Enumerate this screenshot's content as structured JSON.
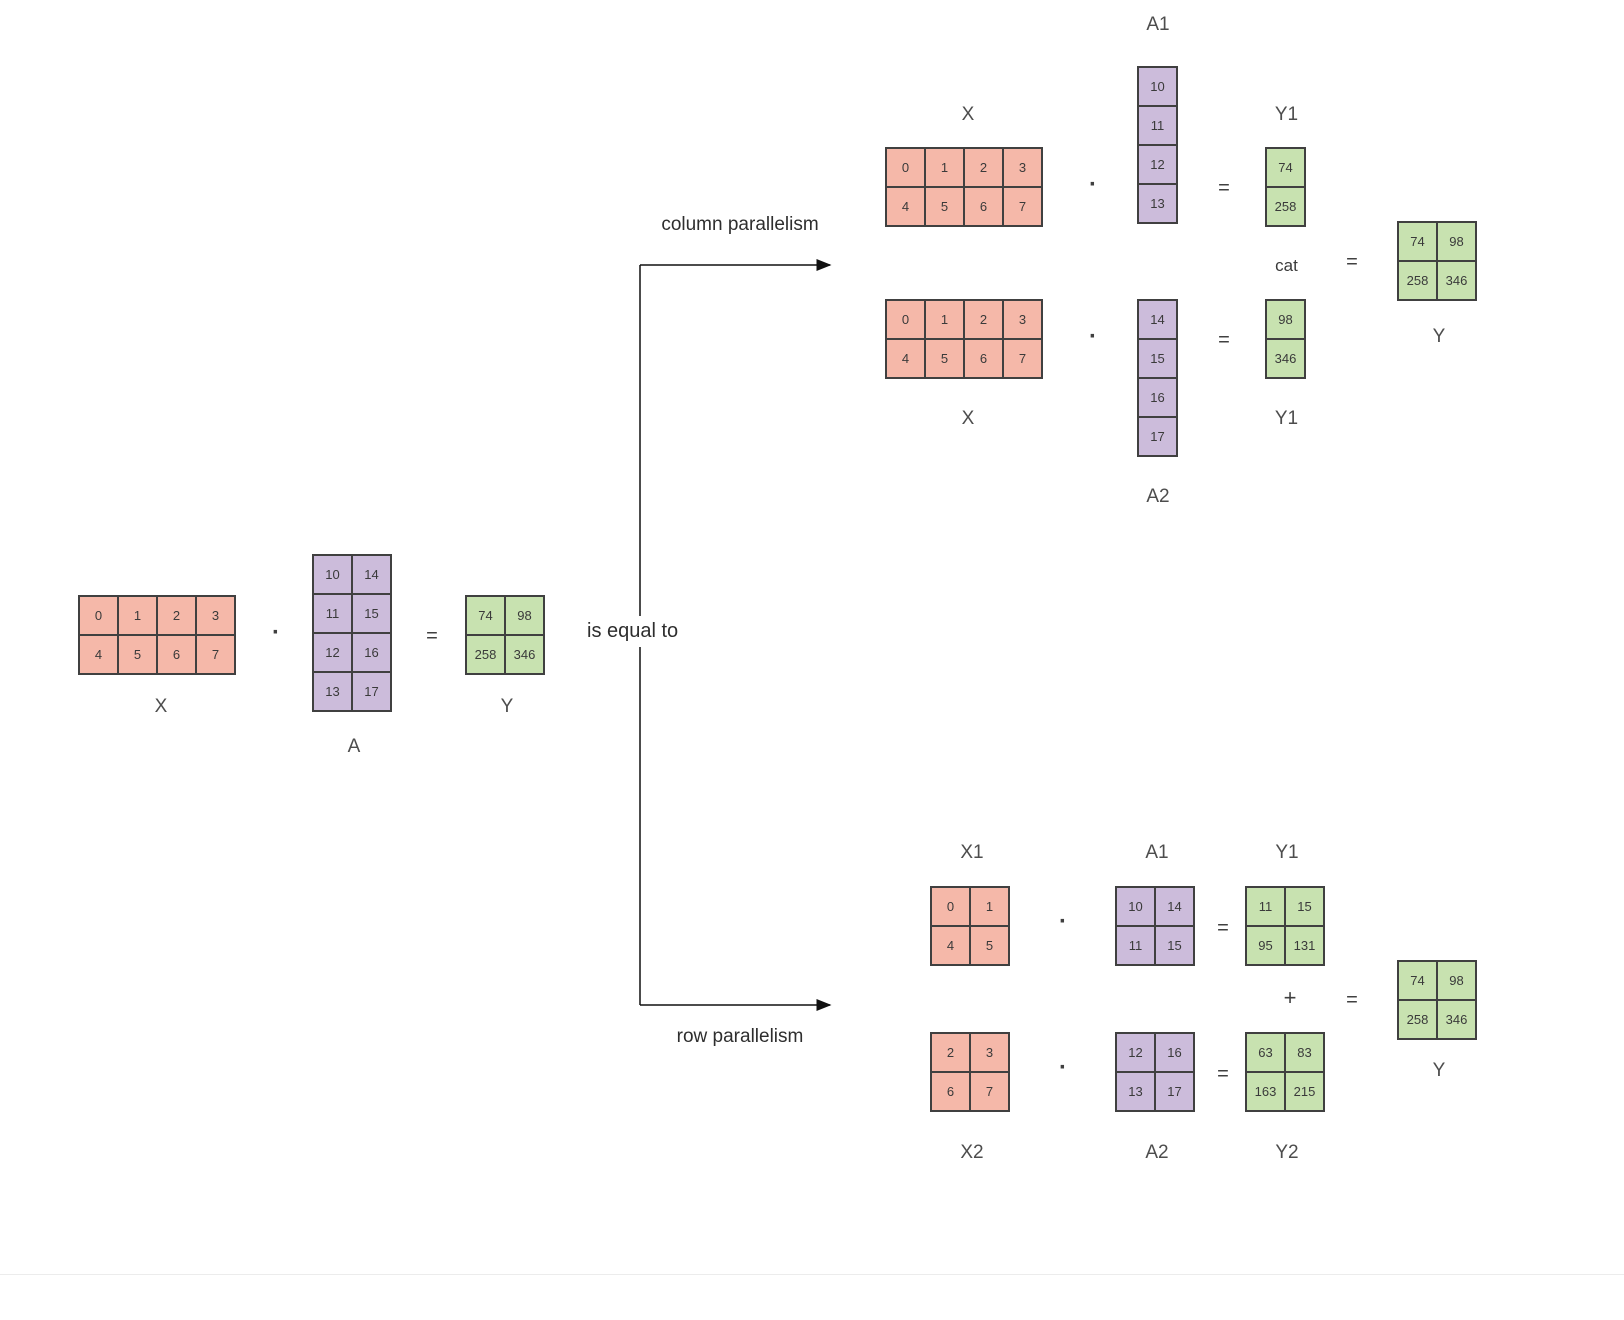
{
  "title": "matrix multiplication tensor parallelism diagram",
  "symbols": {
    "dot": "·",
    "equals": "=",
    "plus": "+",
    "cat": "cat"
  },
  "annotations": {
    "is_equal_to": "is equal to",
    "column_parallelism": "column parallelism",
    "row_parallelism": "row parallelism"
  },
  "colors": {
    "x_fill": "#f5b8a9",
    "a_fill": "#ccbcdb",
    "y_fill": "#c8e2b0",
    "border": "#404040"
  },
  "base_equation": {
    "X": {
      "label": "X",
      "values": [
        [
          "0",
          "1",
          "2",
          "3"
        ],
        [
          "4",
          "5",
          "6",
          "7"
        ]
      ]
    },
    "A": {
      "label": "A",
      "values": [
        [
          "10",
          "14"
        ],
        [
          "11",
          "15"
        ],
        [
          "12",
          "16"
        ],
        [
          "13",
          "17"
        ]
      ]
    },
    "Y": {
      "label": "Y",
      "values": [
        [
          "74",
          "98"
        ],
        [
          "258",
          "346"
        ]
      ]
    }
  },
  "column_parallelism": {
    "first": {
      "X": {
        "label": "X",
        "values": [
          [
            "0",
            "1",
            "2",
            "3"
          ],
          [
            "4",
            "5",
            "6",
            "7"
          ]
        ]
      },
      "A1": {
        "label": "A1",
        "values": [
          [
            "10"
          ],
          [
            "11"
          ],
          [
            "12"
          ],
          [
            "13"
          ]
        ]
      },
      "Y1": {
        "label": "Y1",
        "values": [
          [
            "74"
          ],
          [
            "258"
          ]
        ]
      }
    },
    "second": {
      "X": {
        "label": "X",
        "values": [
          [
            "0",
            "1",
            "2",
            "3"
          ],
          [
            "4",
            "5",
            "6",
            "7"
          ]
        ]
      },
      "A2": {
        "label": "A2",
        "values": [
          [
            "14"
          ],
          [
            "15"
          ],
          [
            "16"
          ],
          [
            "17"
          ]
        ]
      },
      "Y1": {
        "label": "Y1",
        "values": [
          [
            "98"
          ],
          [
            "346"
          ]
        ]
      }
    },
    "result": {
      "label": "Y",
      "values": [
        [
          "74",
          "98"
        ],
        [
          "258",
          "346"
        ]
      ]
    }
  },
  "row_parallelism": {
    "first": {
      "X1": {
        "label": "X1",
        "values": [
          [
            "0",
            "1"
          ],
          [
            "4",
            "5"
          ]
        ]
      },
      "A1": {
        "label": "A1",
        "values": [
          [
            "10",
            "14"
          ],
          [
            "11",
            "15"
          ]
        ]
      },
      "Y1": {
        "label": "Y1",
        "values": [
          [
            "11",
            "15"
          ],
          [
            "95",
            "131"
          ]
        ]
      }
    },
    "second": {
      "X2": {
        "label": "X2",
        "values": [
          [
            "2",
            "3"
          ],
          [
            "6",
            "7"
          ]
        ]
      },
      "A2": {
        "label": "A2",
        "values": [
          [
            "12",
            "16"
          ],
          [
            "13",
            "17"
          ]
        ]
      },
      "Y2": {
        "label": "Y2",
        "values": [
          [
            "63",
            "83"
          ],
          [
            "163",
            "215"
          ]
        ]
      }
    },
    "result": {
      "label": "Y",
      "values": [
        [
          "74",
          "98"
        ],
        [
          "258",
          "346"
        ]
      ]
    }
  }
}
